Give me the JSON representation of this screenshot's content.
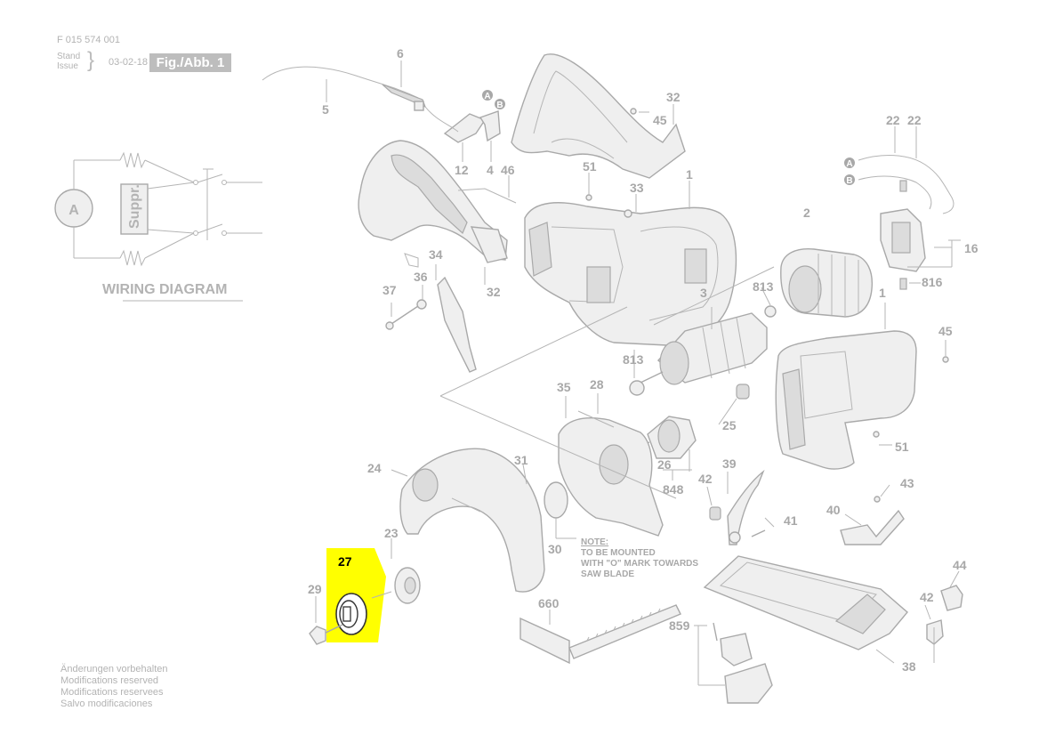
{
  "header": {
    "part_code": "F 015 574 001",
    "stand_label": "Stand",
    "issue_label": "Issue",
    "date": "03-02-18",
    "figure": "Fig./Abb. 1"
  },
  "wiring": {
    "title": "WIRING DIAGRAM",
    "motor": "A",
    "suppressor": "Suppr."
  },
  "note": {
    "heading": "NOTE:",
    "line1": "TO BE MOUNTED",
    "line2": "WITH \"O\" MARK TOWARDS",
    "line3": "SAW BLADE"
  },
  "markers": {
    "a": "A",
    "b": "B"
  },
  "highlight": {
    "part": "27",
    "color": "#ffff00"
  },
  "labels": {
    "p6": "6",
    "p5": "5",
    "p12": "12",
    "p4": "4",
    "p46": "46",
    "p32a": "32",
    "p45a": "45",
    "p51a": "51",
    "p33": "33",
    "p1a": "1",
    "p22a": "22",
    "p22b": "22",
    "p2": "2",
    "p16": "16",
    "p816": "816",
    "p813a": "813",
    "p3": "3",
    "p1b": "1",
    "p45b": "45",
    "p34": "34",
    "p37": "37",
    "p36": "36",
    "p32b": "32",
    "p813b": "813",
    "p35": "35",
    "p28": "28",
    "p25": "25",
    "p51b": "51",
    "p24": "24",
    "p31": "31",
    "p26": "26",
    "p848": "848",
    "p39": "39",
    "p42a": "42",
    "p43": "43",
    "p40": "40",
    "p41": "41",
    "p23": "23",
    "p30": "30",
    "p29": "29",
    "p44": "44",
    "p660": "660",
    "p42b": "42",
    "p859": "859",
    "p38": "38"
  },
  "footer": {
    "lines": [
      "Änderungen vorbehalten",
      "Modifications reserved",
      "Modifications reservees",
      "Salvo modificaciones"
    ]
  }
}
